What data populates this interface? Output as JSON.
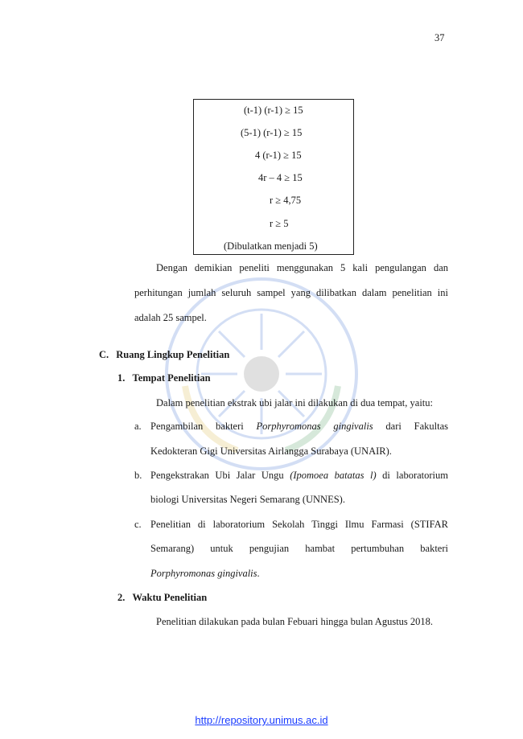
{
  "page_number": "37",
  "formula": {
    "lines": [
      "(t-1) (r-1) ≥ 15",
      "(5-1) (r-1) ≥ 15",
      "4 (r-1) ≥ 15",
      "4r – 4 ≥ 15",
      "r ≥ 4,75",
      "r ≥ 5",
      "(Dibulatkan menjadi 5)"
    ]
  },
  "para1": {
    "line1": "Dengan demikian peneliti menggunakan 5 kali pengulangan dan",
    "line2": "perhitungan jumlah seluruh sampel yang dilibatkan dalam penelitian ini",
    "line3": "adalah 25 sampel."
  },
  "section_c": {
    "letter": "C.",
    "title": "Ruang Lingkup Penelitian"
  },
  "sub1": {
    "num": "1.",
    "title": "Tempat Penelitian",
    "intro": "Dalam penelitian ekstrak ubi jalar ini dilakukan di dua tempat, yaitu:",
    "items": [
      {
        "label": "a.",
        "l1_pre": "Pengambilan bakteri ",
        "l1_em": "Porphyromonas gingivalis",
        "l1_post": " dari Fakultas",
        "l2": "Kedokteran Gigi Universitas Airlangga Surabaya (UNAIR)."
      },
      {
        "label": "b.",
        "l1_pre": "Pengekstrakan Ubi Jalar Ungu ",
        "l1_em": "(Ipomoea batatas l)",
        "l1_post": "  di laboratorium",
        "l2": "biologi Universitas Negeri Semarang (UNNES)."
      },
      {
        "label": "c.",
        "l1": "Penelitian di laboratorium Sekolah Tinggi Ilmu Farmasi (STIFAR",
        "l2": "Semarang) untuk pengujian hambat pertumbuhan bakteri",
        "l3_em": "Porphyromonas gingivalis",
        "l3_post": "."
      }
    ]
  },
  "sub2": {
    "num": "2.",
    "title": "Waktu Penelitian",
    "text": "Penelitian dilakukan pada bulan Febuari hingga bulan Agustus 2018."
  },
  "footer": {
    "link": "http://repository.unimus.ac.id"
  }
}
